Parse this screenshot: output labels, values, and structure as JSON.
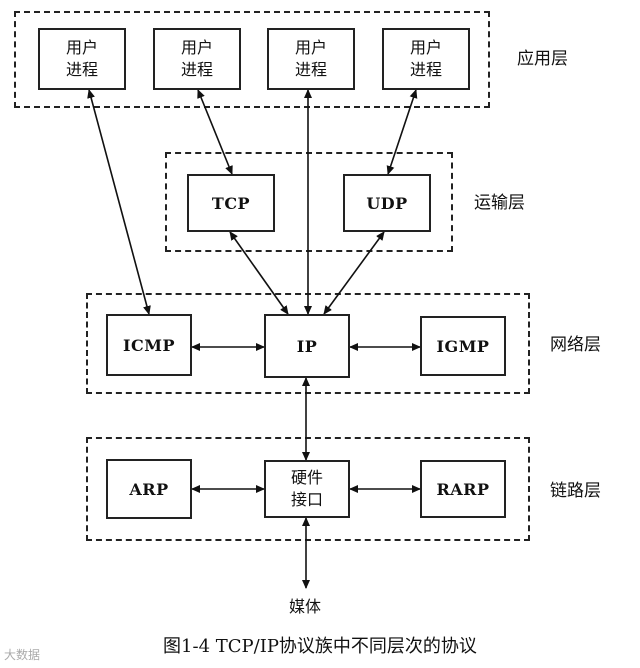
{
  "layers": {
    "application": "应用层",
    "transport": "运输层",
    "network": "网络层",
    "link": "链路层"
  },
  "nodes": {
    "user_process": "用户\n进程",
    "tcp": "TCP",
    "udp": "UDP",
    "icmp": "ICMP",
    "ip": "IP",
    "igmp": "IGMP",
    "arp": "ARP",
    "hw_interface": "硬件\n接口",
    "rarp": "RARP"
  },
  "media": "媒体",
  "caption": "图1-4   TCP/IP协议族中不同层次的协议",
  "watermark": "大数据"
}
